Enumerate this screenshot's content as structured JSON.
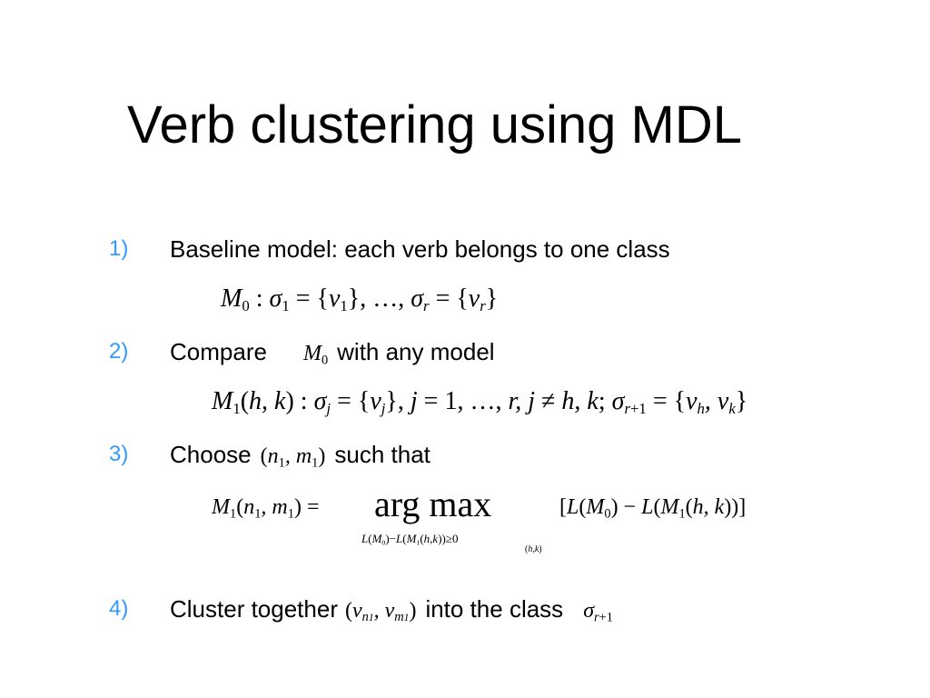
{
  "slide": {
    "title": "Verb clustering using MDL",
    "items": [
      {
        "number": "1)",
        "text": "Baseline model: each verb belongs to one class"
      },
      {
        "number": "2)",
        "text_before": "Compare",
        "text_after": "with any model"
      },
      {
        "number": "3)",
        "text_before": "Choose",
        "text_after": "such that"
      },
      {
        "number": "4)",
        "text_before": "Cluster together",
        "text_after": "into the class"
      }
    ]
  },
  "colors": {
    "accent": "#3399ff",
    "text": "#000000",
    "background": "#ffffff"
  }
}
